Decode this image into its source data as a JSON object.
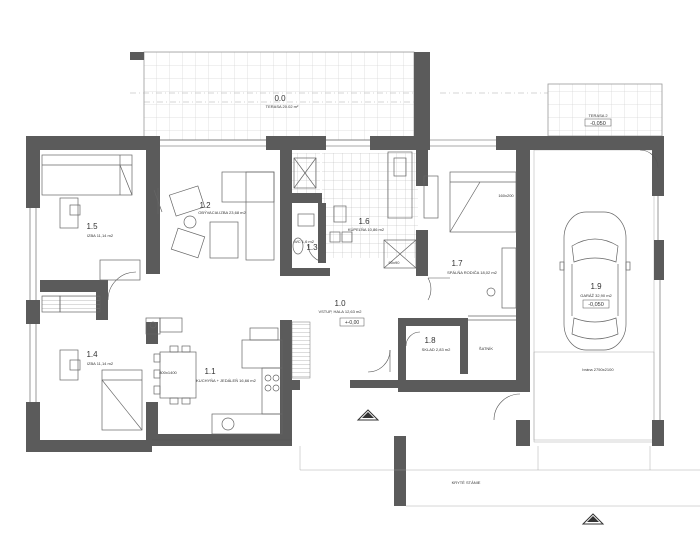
{
  "rooms": [
    {
      "number": "0.0",
      "name": "TERASA 20.02 m²"
    },
    {
      "number": "1.0",
      "name": "VSTUP, HALA 12,63 m2"
    },
    {
      "number": "1.1",
      "name": "KUCHYŇA + JEDÁLEŇ 16,66 m2"
    },
    {
      "number": "1.2",
      "name": "OBÝVACIA IZBA 23,68 m2"
    },
    {
      "number": "1.3",
      "name": "WC 1,6 m2"
    },
    {
      "number": "1.4",
      "name": "IZBA 11,14 m2"
    },
    {
      "number": "1.5",
      "name": "IZBA 11,14 m2"
    },
    {
      "number": "1.6",
      "name": "KÚPEĽŇA 10,86 m2"
    },
    {
      "number": "1.7",
      "name": "SPÁLŇA RODIČA 18,02 m2"
    },
    {
      "number": "1.8",
      "name": "SKLAD 2,83 m2"
    },
    {
      "number": "1.9",
      "name": "GARÁŽ 32,90 m2"
    }
  ],
  "annotations": {
    "terasa2": "TERASA 2",
    "terasa2_level": "-0,050",
    "garage_level": "-0,050",
    "hall_level": "+-0,00",
    "bed_size": "160x200",
    "shower_size": "90x90",
    "dressing": "ŠATNÍK",
    "window_size": "800x1400",
    "garage_door": "brána 2750x2100",
    "covered": "KRYTÉ STÁNIE"
  },
  "icons": {
    "entry_arrow": "entry-triangle-icon",
    "north": "triangle-marker-icon"
  }
}
